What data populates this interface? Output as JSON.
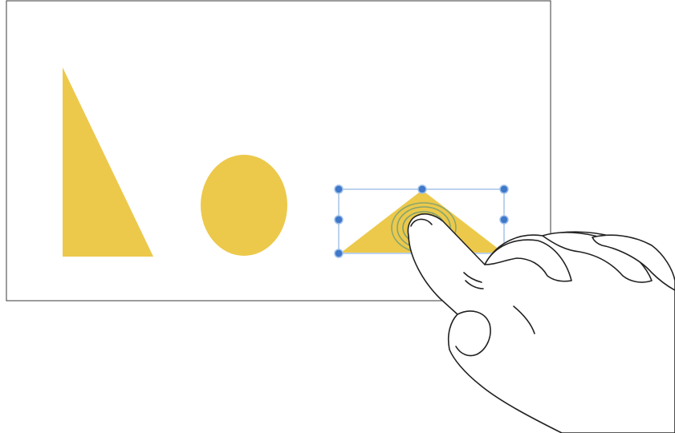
{
  "canvas": {
    "background": "#ffffff",
    "border_color": "#3a3a3a"
  },
  "shapes": [
    {
      "kind": "right-triangle",
      "fill": "#ecc94b",
      "selected": false
    },
    {
      "kind": "ellipse",
      "fill": "#ecc94b",
      "selected": false
    },
    {
      "kind": "isosceles-triangle",
      "fill": "#ecc94b",
      "selected": true
    }
  ],
  "selection": {
    "box_color": "#7aa5dd",
    "handle_color": "#3f78c9",
    "handle_count": 7
  },
  "gesture": {
    "type": "tap",
    "hand_icon": "pointing-hand-icon",
    "ripple_icon": "touch-ripple-icon",
    "ripple_color": "#6a9a78",
    "hand_stroke": "#222222"
  }
}
